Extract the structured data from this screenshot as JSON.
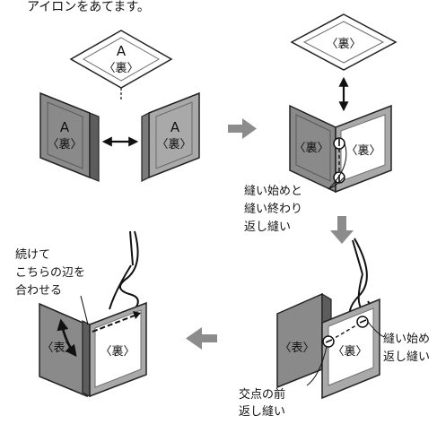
{
  "header_fragment": "アイロンをあてます。",
  "piece_labels": {
    "a_letter": "A",
    "ura": "〈裏〉",
    "omote": "〈表〉"
  },
  "annotations": {
    "start_end_line1": "縫い始めと",
    "start_end_line2": "縫い終わり",
    "start_end_line3": "返し縫い",
    "continue_line1": "続けて",
    "continue_line2": "こちらの辺を",
    "continue_line3": "合わせる",
    "start_right_line1": "縫い始め",
    "start_right_line2": "返し縫い",
    "cross_line1": "交点の前",
    "cross_line2": "返し縫い"
  },
  "colors": {
    "dark_panel": "#8a8a8a",
    "dark_side": "#5d5d5d",
    "mid_panel": "#a9a9a9",
    "mid_side": "#7b7b7b",
    "white": "#ffffff",
    "inner_line": "#6e6e6e",
    "stroke": "#222222",
    "arrow_gray": "#8c8c8c",
    "ink": "#111111"
  },
  "icons": {
    "double_arrow": "double-arrow-icon",
    "step_arrow": "step-arrow-icon",
    "thread_needle": "needle-thread-icon"
  }
}
